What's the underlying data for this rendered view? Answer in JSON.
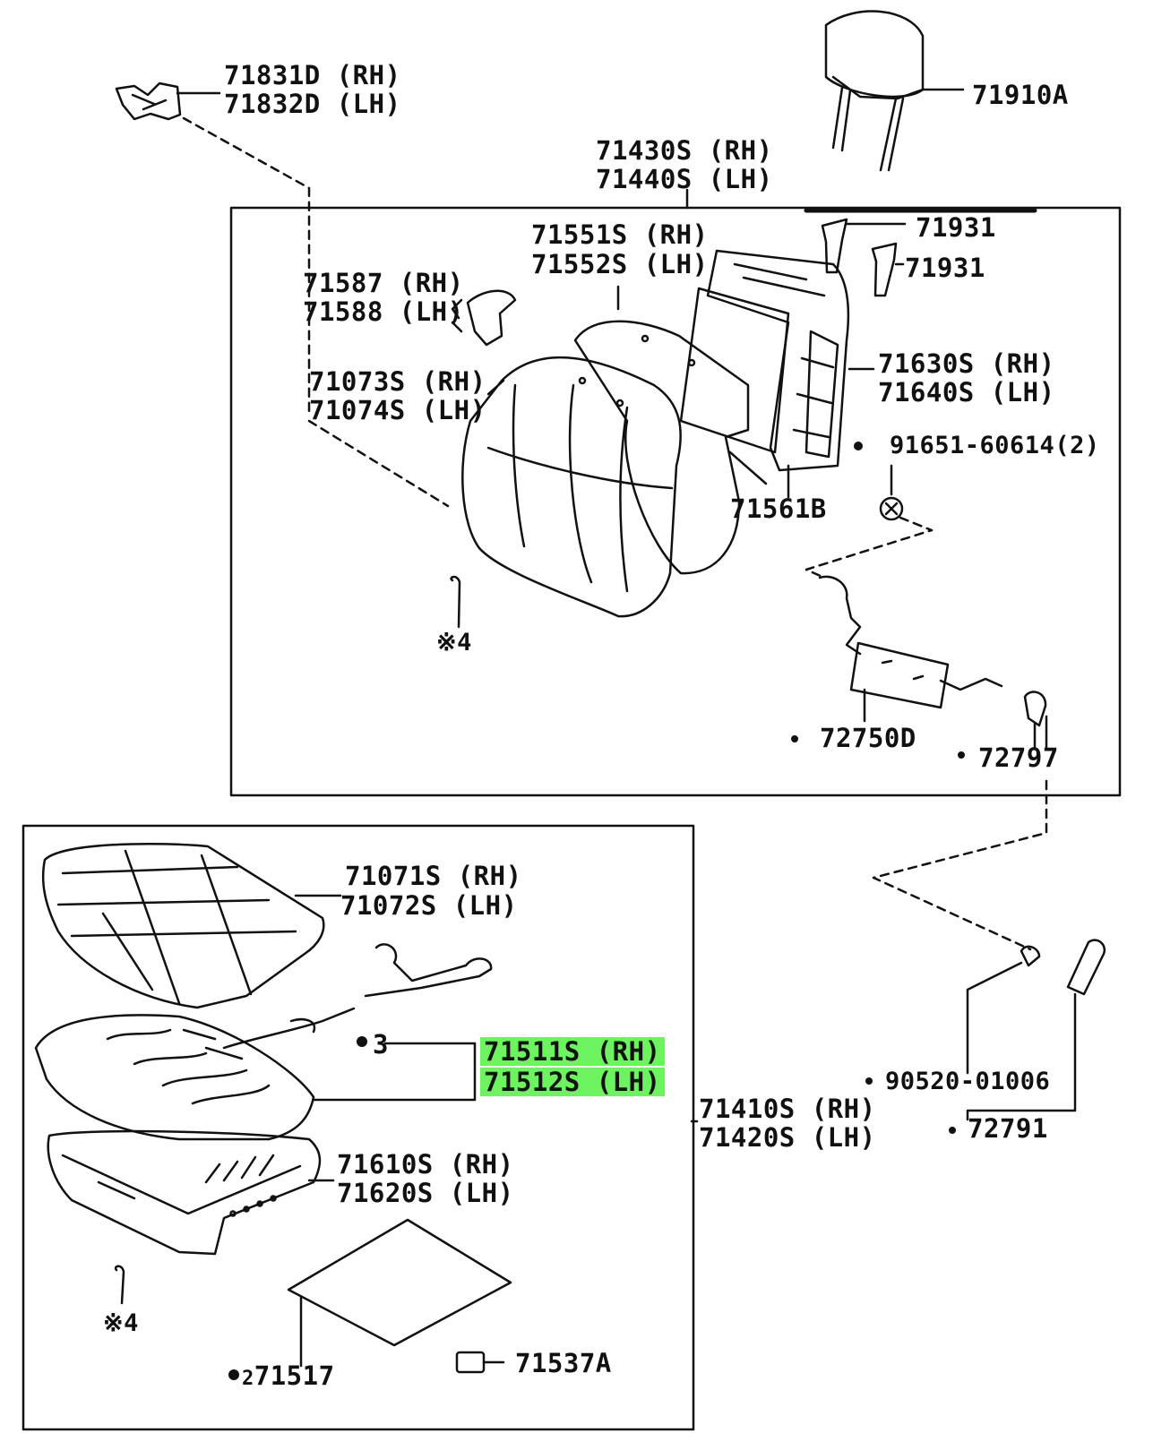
{
  "colors": {
    "line": "#111111",
    "highlight": "#6cf35f",
    "background": "#ffffff"
  },
  "highlighted_parts": [
    "71511S (RH)",
    "71512S (LH)"
  ],
  "labels": {
    "headrest_bracket_rh": "71831D (RH)",
    "headrest_bracket_lh": "71832D (LH)",
    "headrest": "71910A",
    "seatback_assy_rh": "71430S (RH)",
    "seatback_assy_lh": "71440S (LH)",
    "headrest_support_1": "71931",
    "headrest_support_2": "71931",
    "seatback_pad_rh": "71551S (RH)",
    "seatback_pad_lh": "71552S (LH)",
    "side_clip_rh": "71587 (RH)",
    "side_clip_lh": "71588 (LH)",
    "seatback_cover_rh": "71073S (RH)",
    "seatback_cover_lh": "71074S (LH)",
    "seatback_frame_rh": "71630S (RH)",
    "seatback_frame_lh": "71640S (LH)",
    "bolt_number": "91651-60614",
    "bolt_qty": "(2)",
    "seatback_board": "71561B",
    "hog_ring_upper": "※4",
    "reclining_adjuster": "72750D",
    "adjuster_knob": "72797",
    "cushion_cover_rh": "71071S (RH)",
    "cushion_cover_lh": "71072S (LH)",
    "cushion_pad_note": "3",
    "cushion_pad_rh": "71511S (RH)",
    "cushion_pad_lh": "71512S (LH)",
    "cushion_assy_rh": "71410S (RH)",
    "cushion_assy_lh": "71420S (LH)",
    "screw": "90520-01006",
    "lever_knob": "72791",
    "cushion_frame_rh": "71610S (RH)",
    "cushion_frame_lh": "71620S (LH)",
    "hog_ring_lower": "※4",
    "cushion_plate": "71517",
    "cushion_plate_prefix": "2",
    "cushion_clip": "71537A"
  }
}
